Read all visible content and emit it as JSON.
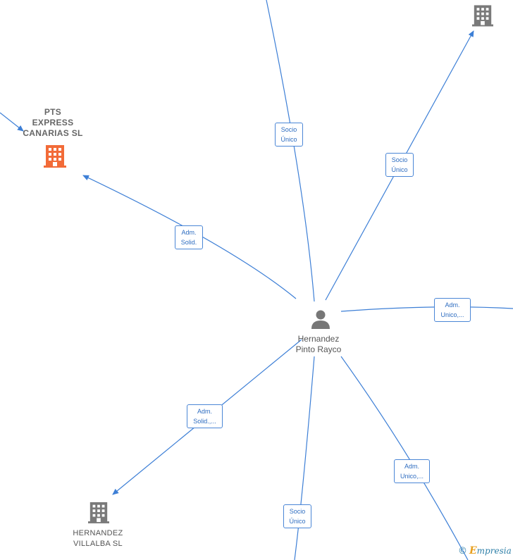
{
  "center": {
    "name_line1": "Hernandez",
    "name_line2": "Pinto Rayco"
  },
  "companies": [
    {
      "id": "pts",
      "lines": [
        "PTS",
        "EXPRESS",
        "CANARIAS  SL"
      ],
      "color": "#f26b38"
    },
    {
      "id": "top-right",
      "lines": [],
      "color": "#7a7a7a"
    },
    {
      "id": "hernandez-villalba",
      "lines": [
        "HERNANDEZ",
        "VILLALBA  SL"
      ],
      "color": "#7a7a7a"
    }
  ],
  "edge_labels": [
    {
      "line1": "Socio",
      "line2": "Único"
    },
    {
      "line1": "Socio",
      "line2": "Único"
    },
    {
      "line1": "Adm.",
      "line2": "Solid."
    },
    {
      "line1": "Adm.",
      "line2": "Unico,..."
    },
    {
      "line1": "Adm.",
      "line2": "Solid.,..."
    },
    {
      "line1": "Adm.",
      "line2": "Unico,..."
    },
    {
      "line1": "Socio",
      "line2": "Único"
    }
  ],
  "colors": {
    "edge": "#3d7fd6",
    "company_active": "#f26b38",
    "company": "#7a7a7a",
    "person": "#777777"
  },
  "brand": {
    "copyright": "©",
    "name_initial": "E",
    "name_rest": "mpresia"
  }
}
